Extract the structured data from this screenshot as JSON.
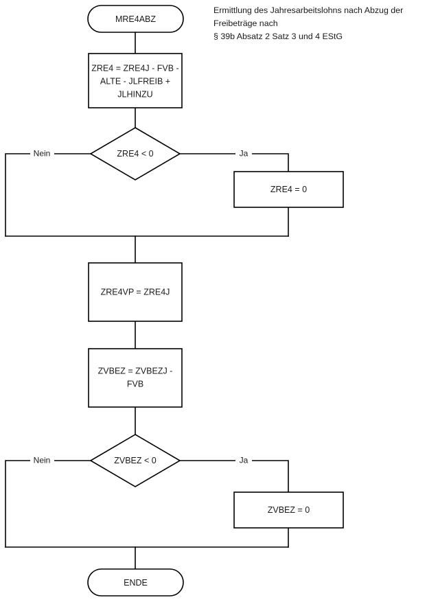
{
  "diagram": {
    "title_note": "Ermittlung des Jahresarbeitslohns nach Abzug der Freibeträge nach\n§ 39b Absatz 2 Satz 3 und 4 EStG",
    "stroke_color": "#000000",
    "fill_color": "#ffffff",
    "text_color": "#1a1a1a",
    "nodes": {
      "start": {
        "label": "MRE4ABZ",
        "type": "terminator"
      },
      "calc_zre4": {
        "line1": "ZRE4 = ZRE4J - FVB -",
        "line2": "ALTE - JLFREIB  +",
        "line3": "JLHINZU",
        "type": "process"
      },
      "decision_zre4": {
        "label": "ZRE4 < 0",
        "type": "decision"
      },
      "assign_zre4_zero": {
        "label": "ZRE4 = 0",
        "type": "process"
      },
      "calc_zre4vp": {
        "label": "ZRE4VP = ZRE4J",
        "type": "process"
      },
      "calc_zvbez": {
        "line1": "ZVBEZ = ZVBEZJ -",
        "line2": "FVB",
        "type": "process"
      },
      "decision_zvbez": {
        "label": "ZVBEZ < 0",
        "type": "decision"
      },
      "assign_zvbez_zero": {
        "label": "ZVBEZ = 0",
        "type": "process"
      },
      "end": {
        "label": "ENDE",
        "type": "terminator"
      }
    },
    "edge_labels": {
      "zre4_no": "Nein",
      "zre4_yes": "Ja",
      "zvbez_no": "Nein",
      "zvbez_yes": "Ja"
    }
  }
}
